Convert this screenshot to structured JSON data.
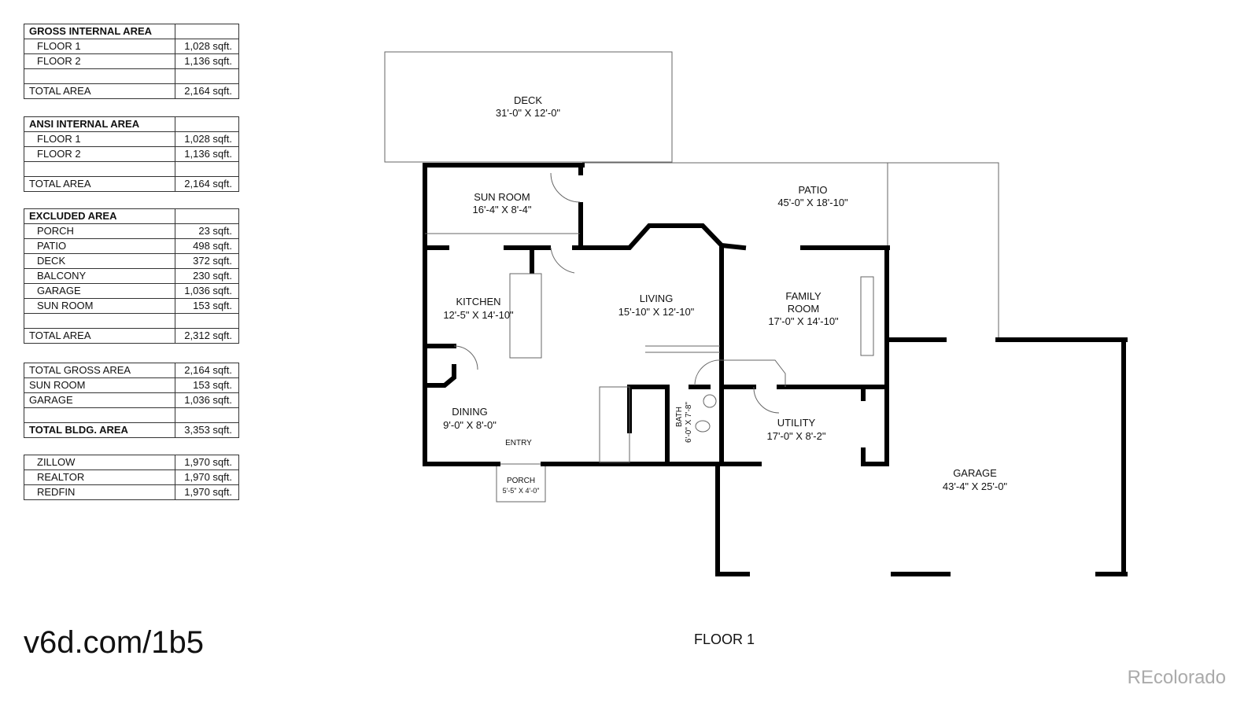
{
  "tables": [
    {
      "header": "GROSS INTERNAL AREA",
      "rows": [
        [
          "FLOOR 1",
          "1,028 sqft."
        ],
        [
          "FLOOR 2",
          "1,136 sqft."
        ],
        [
          "",
          ""
        ]
      ],
      "total": [
        "TOTAL AREA",
        "2,164 sqft."
      ]
    },
    {
      "header": "ANSI INTERNAL AREA",
      "rows": [
        [
          "FLOOR 1",
          "1,028 sqft."
        ],
        [
          "FLOOR 2",
          "1,136 sqft."
        ],
        [
          "",
          ""
        ]
      ],
      "total": [
        "TOTAL AREA",
        "2,164 sqft."
      ]
    },
    {
      "header": "EXCLUDED AREA",
      "rows": [
        [
          "PORCH",
          "23 sqft."
        ],
        [
          "PATIO",
          "498 sqft."
        ],
        [
          "DECK",
          "372 sqft."
        ],
        [
          "BALCONY",
          "230 sqft."
        ],
        [
          "GARAGE",
          "1,036 sqft."
        ],
        [
          "SUN ROOM",
          "153 sqft."
        ],
        [
          "",
          ""
        ]
      ],
      "total": [
        "TOTAL AREA",
        "2,312 sqft."
      ]
    },
    {
      "rows": [
        [
          "TOTAL GROSS AREA",
          "2,164 sqft."
        ],
        [
          "SUN ROOM",
          "153 sqft."
        ],
        [
          "GARAGE",
          "1,036 sqft."
        ],
        [
          "",
          ""
        ]
      ],
      "total": [
        "TOTAL BLDG. AREA",
        "3,353 sqft."
      ]
    },
    {
      "rows": [
        [
          "ZILLOW",
          "1,970 sqft."
        ],
        [
          "REALTOR",
          "1,970 sqft."
        ],
        [
          "REDFIN",
          "1,970 sqft."
        ]
      ]
    }
  ],
  "rooms": {
    "deck": {
      "name": "DECK",
      "size": "31'-0\" X 12'-0\""
    },
    "sun_room": {
      "name": "SUN ROOM",
      "size": "16'-4\" X 8'-4\""
    },
    "patio": {
      "name": "PATIO",
      "size": "45'-0\" X 18'-10\""
    },
    "kitchen": {
      "name": "KITCHEN",
      "size": "12'-5\" X 14'-10\""
    },
    "living": {
      "name": "LIVING",
      "size": "15'-10\" X 12'-10\""
    },
    "family": {
      "name1": "FAMILY",
      "name2": "ROOM",
      "size": "17'-0\" X 14'-10\""
    },
    "dining": {
      "name": "DINING",
      "size": "9'-0\" X 8'-0\""
    },
    "entry": {
      "name": "ENTRY"
    },
    "porch": {
      "name": "PORCH",
      "size": "5'-5\" X 4'-0\""
    },
    "bath": {
      "name": "BATH",
      "size": "6'-0\" X 7'-8\""
    },
    "utility": {
      "name": "UTILITY",
      "size": "17'-0\" X 8'-2\""
    },
    "garage": {
      "name": "GARAGE",
      "size": "43'-4\" X 25'-0\""
    }
  },
  "floor_label": "FLOOR 1",
  "url": "v6d.com/1b5",
  "logo": "REcolorado"
}
